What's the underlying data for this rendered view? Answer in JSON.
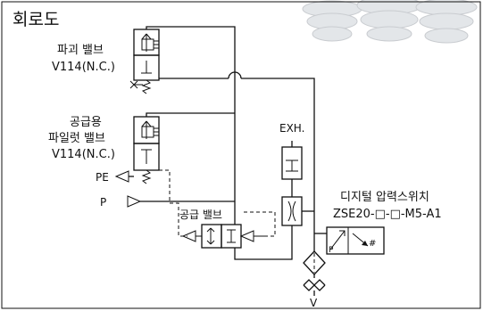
{
  "title": "회로도",
  "labels": {
    "burst_valve_name": "파괴 밸브",
    "burst_valve_model": "V114(N.C.)",
    "supply_valve_line1": "공급용",
    "supply_valve_line2": "파일럿 밸브",
    "supply_valve_model": "V114(N.C.)",
    "supply_valve_small": "공급 밸브",
    "exh": "EXH.",
    "pe": "PE",
    "p": "P",
    "v": "V",
    "switch_name": "디지털 압력스위치",
    "switch_model": "ZSE20-□-□-M5-A1",
    "switch_p": "P",
    "switch_hash": "#"
  },
  "colors": {
    "line": "#111111",
    "background": "#ffffff",
    "suction_cup": "#d8dbde"
  }
}
